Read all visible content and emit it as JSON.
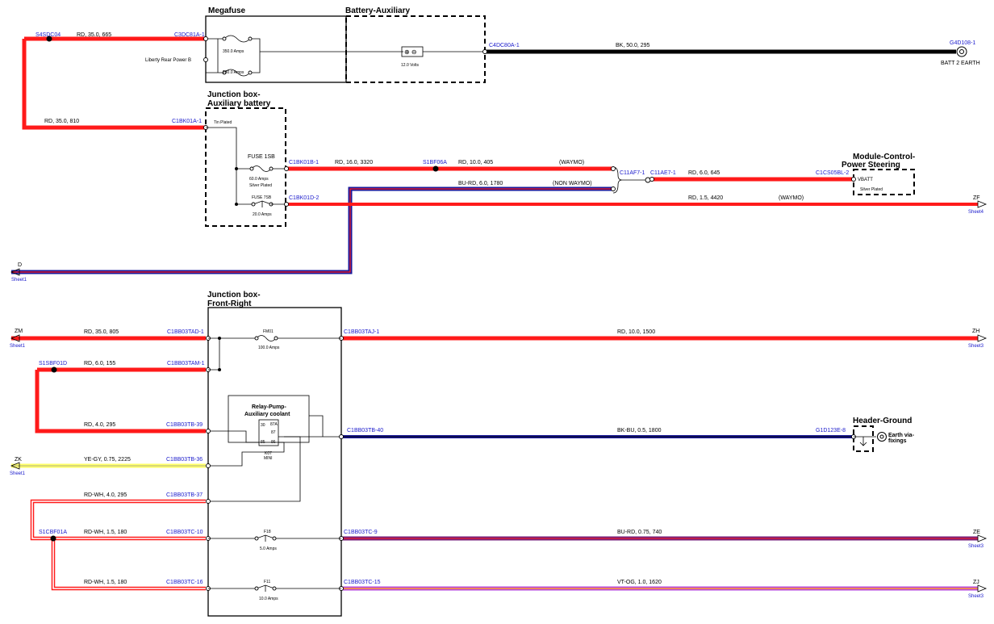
{
  "colors": {
    "red": "#ff1a1a",
    "black": "#000000",
    "blue": "#1a1a9c",
    "purple_red": "#7a1f7a",
    "yellow": "#ffff66",
    "violet_orange": "#b84bd8",
    "connector_text": "#1a1acc"
  },
  "components": {
    "megafuse": {
      "title": "Megafuse",
      "fuse_a": "350.0 Amps",
      "fuse_b": "250.0 Amps",
      "side_label": "Liberty Rear Power B"
    },
    "battery_aux": {
      "title": "Battery-Auxiliary",
      "voltage": "12.0 Volts"
    },
    "jb_aux_battery": {
      "title_line1": "Junction box-",
      "title_line2": "Auxiliary battery",
      "tin_plated": "Tin Plated",
      "fuse1_name": "FUSE 1SB",
      "fuse1_rating": "60.0 Amps",
      "fuse1_plating": "Silver Plated",
      "fuse2_name": "FUSE 7SB",
      "fuse2_rating": "20.0 Amps"
    },
    "module_ps": {
      "title_line1": "Module-Control-",
      "title_line2": "Power Steering",
      "pin_label": "VBATT",
      "plating": "Silver Plated"
    },
    "jb_front_right": {
      "title_line1": "Junction box-",
      "title_line2": "Front-Right",
      "fm01_name": "FM01",
      "fm01_rating": "100.0 Amps",
      "relay_title_line1": "Relay-Pump-",
      "relay_title_line2": "Auxiliary coolant",
      "relay_id": "K07",
      "relay_type": "MINI",
      "relay_pin_30": "30",
      "relay_pin_87": "87",
      "relay_pin_87a": "87A",
      "relay_pin_85": "85",
      "relay_pin_86": "86",
      "f18_name": "F18",
      "f18_rating": "5.0 Amps",
      "f11_name": "F11",
      "f11_rating": "10.0 Amps"
    },
    "header_ground": {
      "title": "Header-Ground",
      "earth_label_line1": "Earth via-",
      "earth_label_line2": "fixings"
    },
    "batt_earth": {
      "label": "BATT 2 EARTH"
    }
  },
  "connectors": {
    "s4sdc04": "S4SDC04",
    "c3dc81a_1": "C3DC81A-1",
    "c4dc80a_1": "C4DC80A-1",
    "g4d108_1": "G4D108-1",
    "c1bk01a_1": "C1BK01A-1",
    "c1bk01b_1": "C1BK01B-1",
    "s1bf06a": "S1BF06A",
    "c11af7_1": "C11AF7-1",
    "c11ae7_1": "C11AE7-1",
    "c1cs05bl_2": "C1CS05BL-2",
    "c1bk01d_2": "C1BK01D-2",
    "c1bb03tad_1": "C1BB03TAD-1",
    "c1bb03taj_1": "C1BB03TAJ-1",
    "s1sbf01d": "S1SBF01D",
    "c1bb03tam_1": "C1BB03TAM-1",
    "c1bb03tb_39": "C1BB03TB-39",
    "c1bb03tb_40": "C1BB03TB-40",
    "g1d123e_8": "G1D123E-8",
    "c1bb03tb_36": "C1BB03TB-36",
    "c1bb03tb_37": "C1BB03TB-37",
    "s1cbf01a": "S1CBF01A",
    "c1bb03tc_10": "C1BB03TC-10",
    "c1bb03tc_9": "C1BB03TC-9",
    "c1bb03tc_16": "C1BB03TC-16",
    "c1bb03tc_15": "C1BB03TC-15"
  },
  "wires": {
    "w_665": "RD,  35.0,  665",
    "w_295_bk": "BK,  50.0,  295",
    "w_810": "RD,  35.0,  810",
    "w_3320": "RD,  16.0,  3320",
    "w_405": "RD,  10.0,  405",
    "w_405_tag": "(WAYMO)",
    "w_1780": "BU-RD,  6.0,  1780",
    "w_1780_tag": "(NON WAYMO)",
    "w_645": "RD,  6.0,  645",
    "w_4420": "RD,  1.5,  4420",
    "w_4420_tag": "(WAYMO)",
    "w_805": "RD,  35.0,  805",
    "w_1500": "RD,  10.0,  1500",
    "w_155": "RD,  6.0,  155",
    "w_295_rd": "RD,  4.0,  295",
    "w_1800": "BK-BU,  0.5,  1800",
    "w_2225": "YE-GY,  0.75,  2225",
    "w_295_rdwh": "RD-WH,  4.0,  295",
    "w_180_a": "RD-WH,  1.5,  180",
    "w_740": "BU-RD,  0.75,  740",
    "w_180_b": "RD-WH,  1.5,  180",
    "w_1620": "VT-OG,  1.0,  1620"
  },
  "offsheet": {
    "d": {
      "code": "D",
      "sheet": "Sheet1"
    },
    "zf": {
      "code": "ZF",
      "sheet": "Sheet4"
    },
    "zm": {
      "code": "ZM",
      "sheet": "Sheet1"
    },
    "zh": {
      "code": "ZH",
      "sheet": "Sheet3"
    },
    "zk": {
      "code": "ZK",
      "sheet": "Sheet1"
    },
    "ze": {
      "code": "ZE",
      "sheet": "Sheet3"
    },
    "zj": {
      "code": "ZJ",
      "sheet": "Sheet3"
    }
  }
}
